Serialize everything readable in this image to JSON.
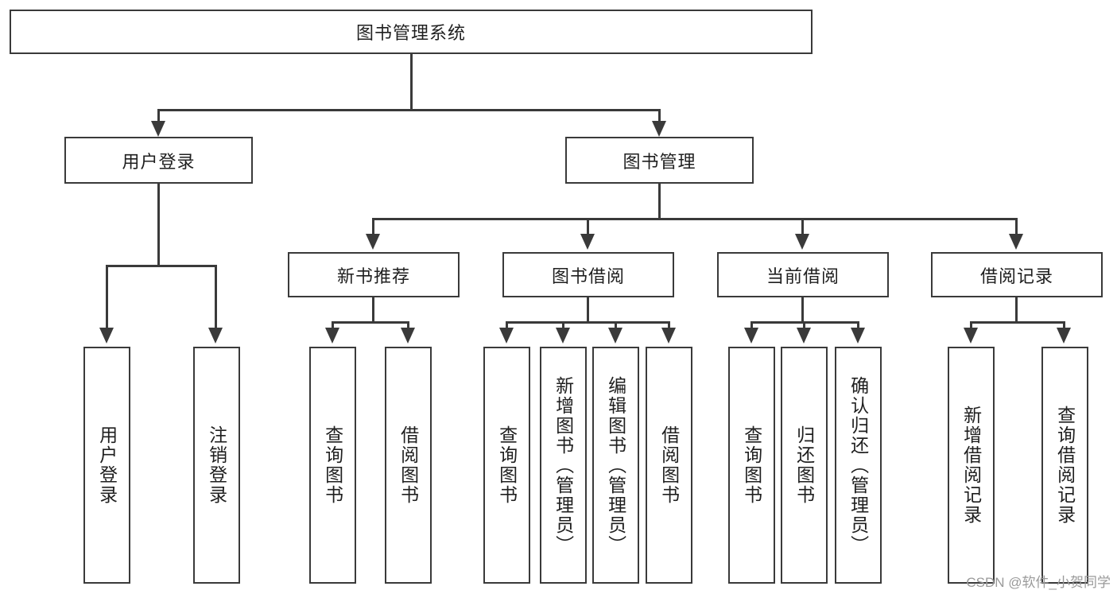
{
  "diagram": {
    "title": "图书管理系统",
    "type": "tree",
    "colors": {
      "stroke": "#3a3a3a",
      "fill": "#ffffff",
      "text": "#1f1f1f",
      "watermark": "#9a9a9a"
    },
    "root": {
      "label": "图书管理系统"
    },
    "level2": [
      {
        "label": "用户登录"
      },
      {
        "label": "图书管理"
      }
    ],
    "level3": [
      {
        "label": "新书推荐"
      },
      {
        "label": "图书借阅"
      },
      {
        "label": "当前借阅"
      },
      {
        "label": "借阅记录"
      }
    ],
    "leaves": {
      "user_login": [
        {
          "label": "用户登录"
        },
        {
          "label": "注销登录"
        }
      ],
      "new_book_recommend": [
        {
          "label": "查询图书"
        },
        {
          "label": "借阅图书"
        }
      ],
      "book_borrow": [
        {
          "label": "查询图书"
        },
        {
          "label": "新增图书（管理员）"
        },
        {
          "label": "编辑图书（管理员）"
        },
        {
          "label": "借阅图书"
        }
      ],
      "current_borrow": [
        {
          "label": "查询图书"
        },
        {
          "label": "归还图书"
        },
        {
          "label": "确认归还（管理员）"
        }
      ],
      "borrow_record": [
        {
          "label": "新增借阅记录"
        },
        {
          "label": "查询借阅记录"
        }
      ]
    }
  },
  "watermark": {
    "text": "CSDN @软件_小贺同学"
  }
}
